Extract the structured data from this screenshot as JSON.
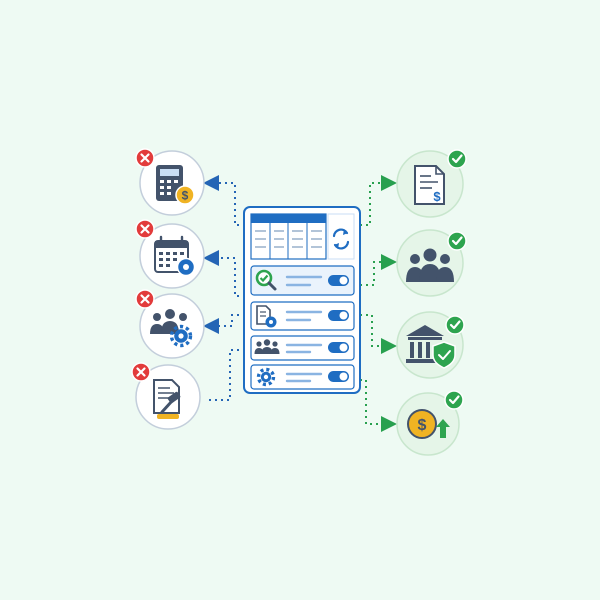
{
  "colors": {
    "background": "#eefaf3",
    "navy": "#43536b",
    "blue": "#1f6dc2",
    "blue_light": "#c9def4",
    "red": "#e23b3b",
    "green": "#2ea44f",
    "green_dark": "#1e7f3c",
    "gold": "#f0b323",
    "left_dots": "#2565b5",
    "right_dots": "#28a04f",
    "circle_left_border": "#c3cedb",
    "circle_right_fill": "#e5f5e8",
    "circle_right_border": "#c8e6cd"
  },
  "center_panel": {
    "header": {
      "columns": 4,
      "refresh_icon": "refresh-icon"
    },
    "rows": [
      {
        "icon": "search-check-icon",
        "toggle": "on",
        "highlighted": true
      },
      {
        "icon": "document-settings-icon",
        "toggle": "on",
        "highlighted": false
      },
      {
        "icon": "team-icon",
        "toggle": "on",
        "highlighted": false
      },
      {
        "icon": "gear-icon",
        "toggle": "on",
        "highlighted": false
      }
    ]
  },
  "left_items": [
    {
      "icon": "calculator-dollar-icon",
      "status": "rejected",
      "status_icon": "x-icon"
    },
    {
      "icon": "calendar-settings-icon",
      "status": "rejected",
      "status_icon": "x-icon"
    },
    {
      "icon": "people-settings-icon",
      "status": "rejected",
      "status_icon": "x-icon"
    },
    {
      "icon": "legal-document-gavel-icon",
      "status": "rejected",
      "status_icon": "x-icon"
    }
  ],
  "right_items": [
    {
      "icon": "invoice-dollar-icon",
      "status": "approved",
      "status_icon": "check-icon"
    },
    {
      "icon": "team-icon",
      "status": "approved",
      "status_icon": "check-icon"
    },
    {
      "icon": "bank-shield-icon",
      "status": "approved",
      "status_icon": "check-icon"
    },
    {
      "icon": "dollar-growth-icon",
      "status": "approved",
      "status_icon": "check-icon"
    }
  ]
}
